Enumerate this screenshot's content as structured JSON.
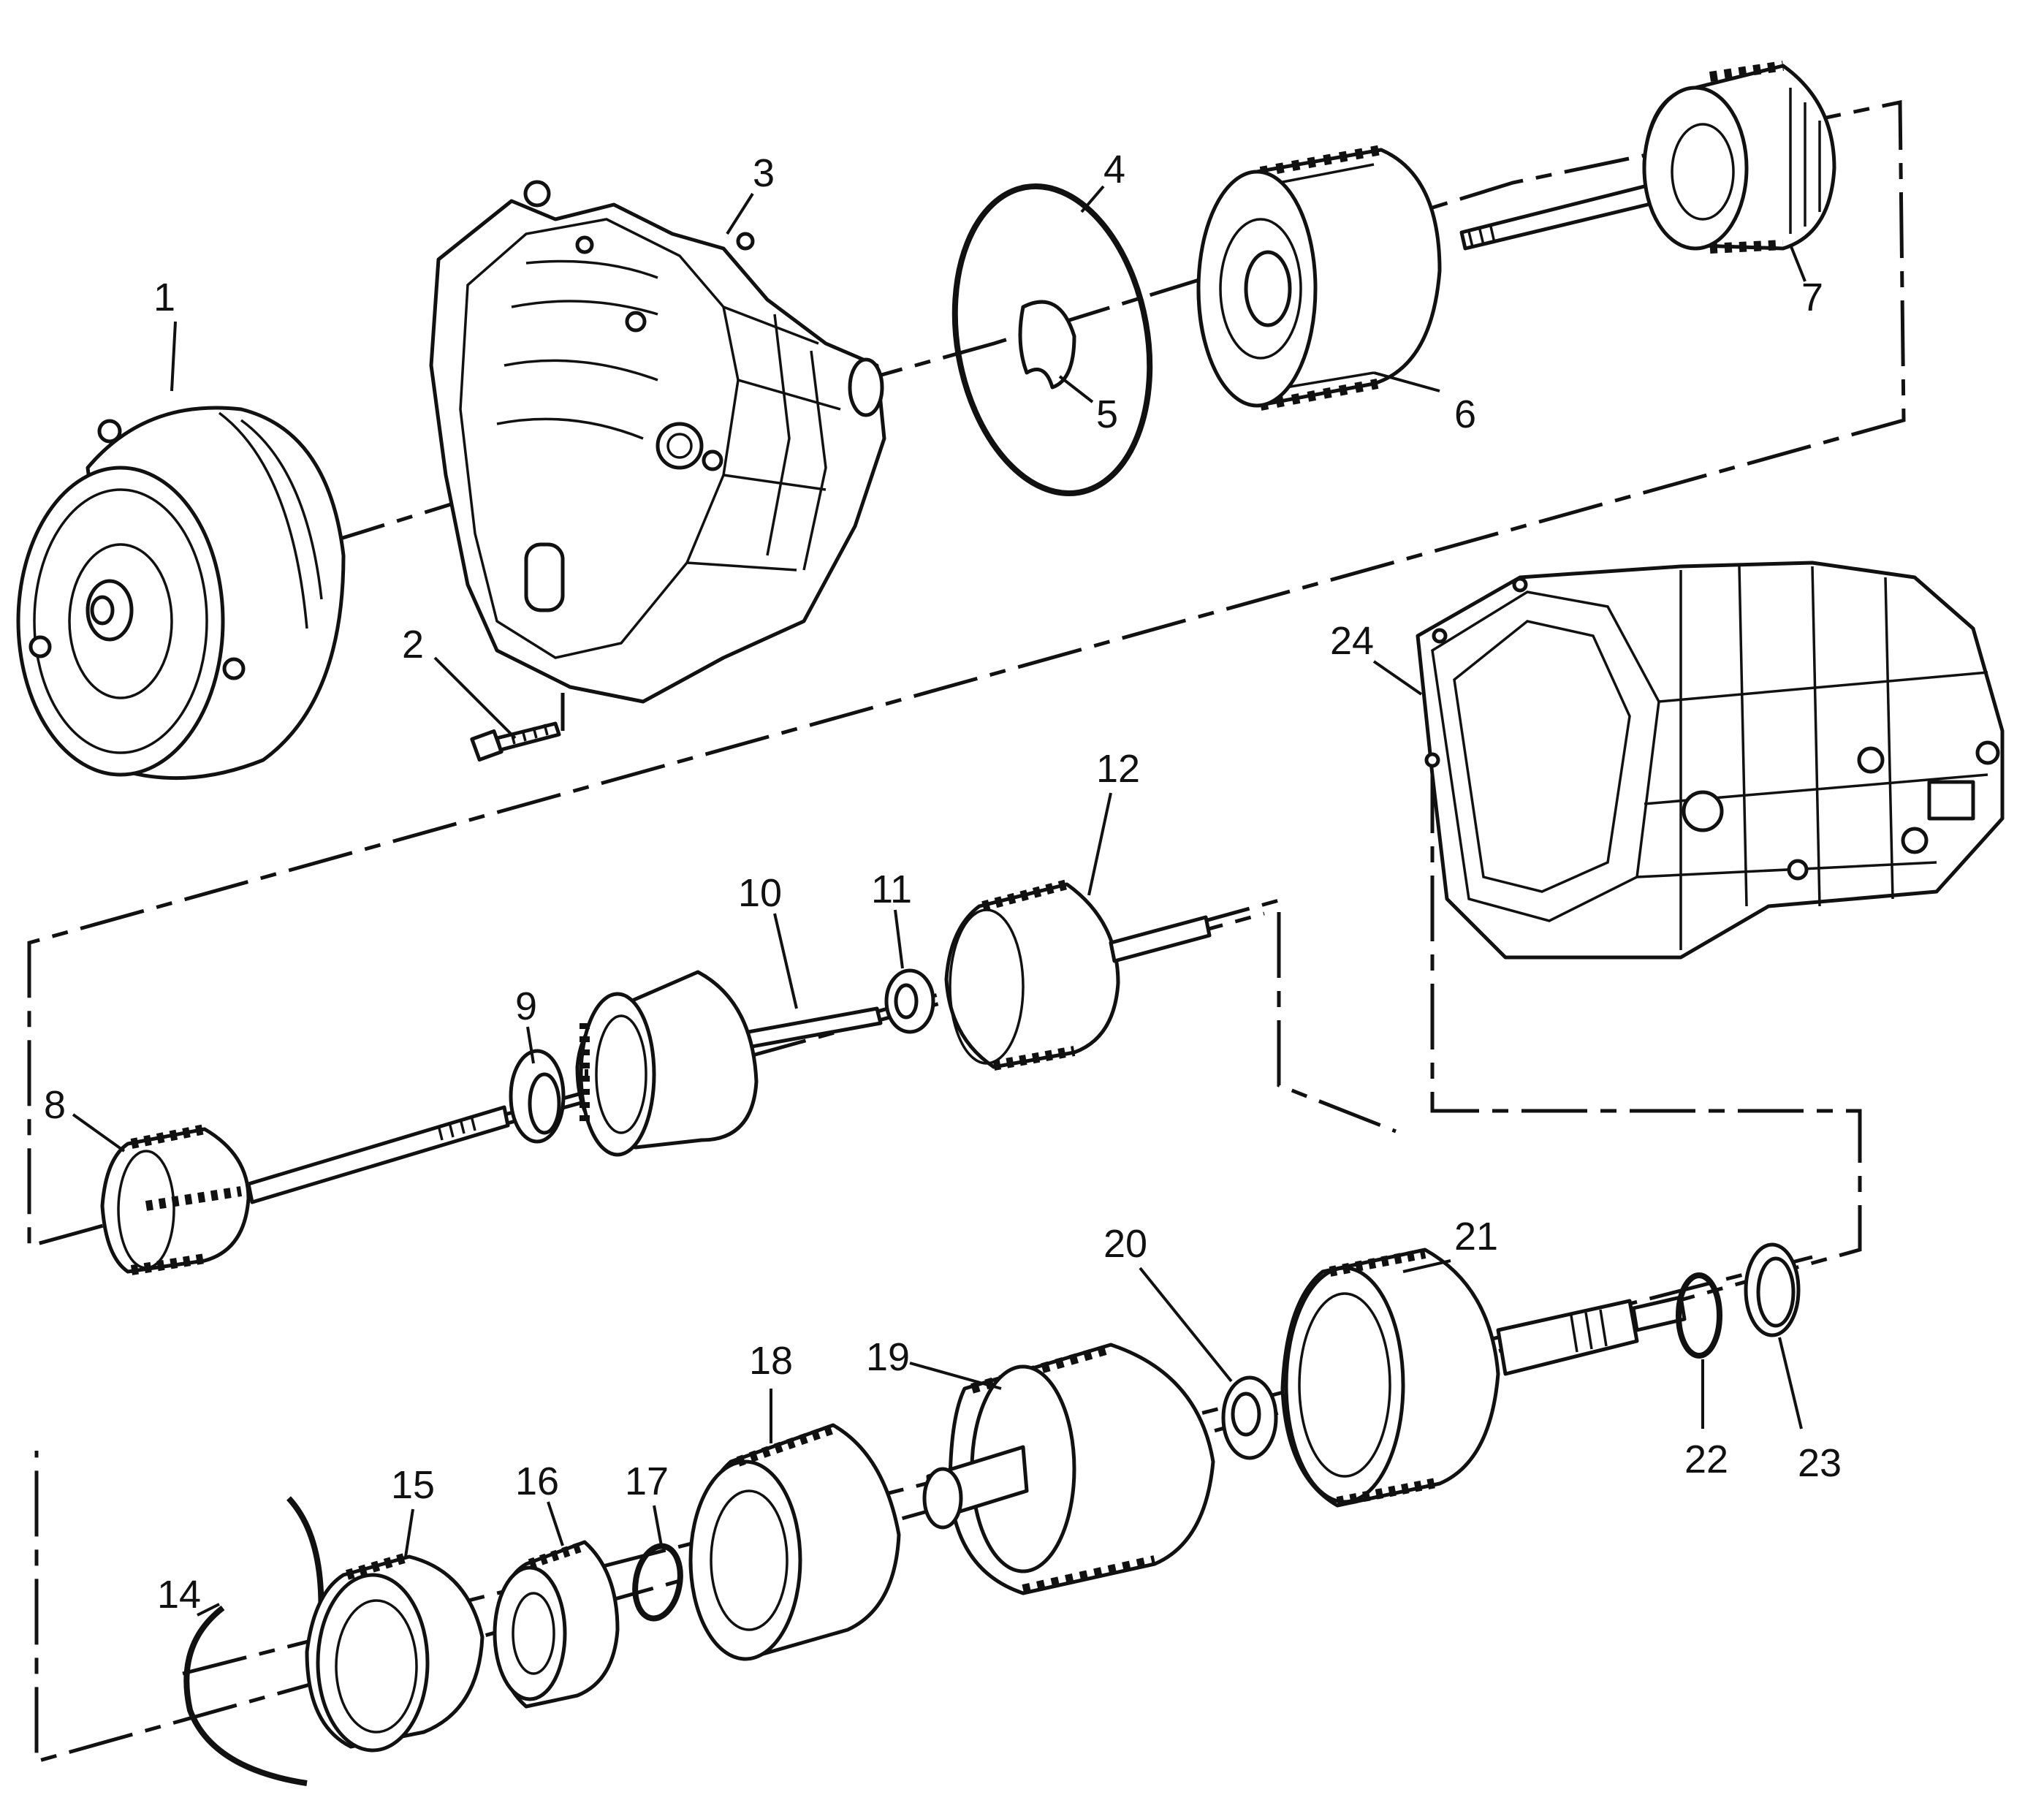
{
  "callouts": [
    "1",
    "2",
    "3",
    "4",
    "5",
    "6",
    "7",
    "8",
    "9",
    "10",
    "11",
    "12",
    "14",
    "15",
    "16",
    "17",
    "18",
    "19",
    "20",
    "21",
    "22",
    "23",
    "24"
  ]
}
